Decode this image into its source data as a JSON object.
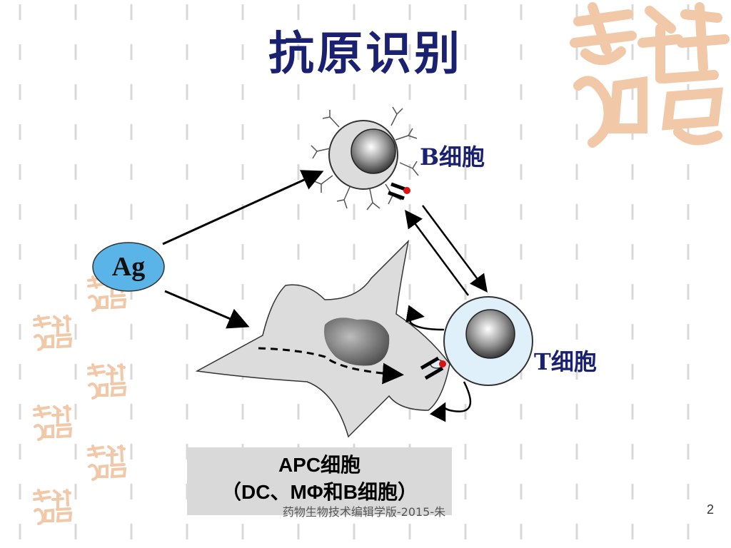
{
  "slide": {
    "title": "抗原识别",
    "page_number": "2",
    "footer": "药物生物技术编辑学版-2015-朱"
  },
  "diagram": {
    "antigen_label": "Ag",
    "b_cell_label": "B细胞",
    "t_cell_label": "T细胞",
    "apc_box": {
      "line1": "APC细胞",
      "line2": "（DC、MΦ和B细胞）"
    }
  },
  "colors": {
    "title": "#1a2170",
    "antigen_fill": "#5ab4e8",
    "t_cell_fill": "#dff0fb",
    "apc_fill": "#d9d9d9",
    "logo": "#f2c9a8"
  },
  "icons": [
    "auspicious-seal-logo"
  ]
}
